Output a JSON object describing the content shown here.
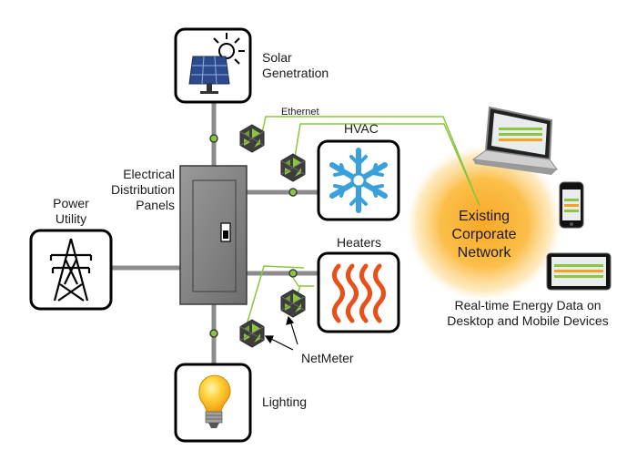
{
  "labels": {
    "solar_line1": "Solar",
    "solar_line2": "Genetration",
    "ethernet": "Ethernet",
    "hvac": "HVAC",
    "panels_line1": "Electrical",
    "panels_line2": "Distribution",
    "panels_line3": "Panels",
    "utility_line1": "Power",
    "utility_line2": "Utility",
    "heaters": "Heaters",
    "netmeter": "NetMeter",
    "lighting": "Lighting",
    "network_line1": "Existing",
    "network_line2": "Corporate",
    "network_line3": "Network",
    "realtime_line1": "Real-time Energy Data on",
    "realtime_line2": "Desktop and Mobile Devices"
  },
  "colors": {
    "wire": "#8c8c8c",
    "ethernet": "#8cc63f",
    "meter": "#3d3d3d",
    "meter_accent": "#8cc63f",
    "panel": "#8a8a8a",
    "icon_frame": "#000000",
    "solar_panel": "#2c4a8c",
    "snowflake": "#3aa0dc",
    "heater": "#e8501a",
    "bulb": "#f7b818",
    "network_glow": "#f5a31a"
  },
  "icons": {
    "solar": "solar-panel-icon",
    "utility": "transmission-tower-icon",
    "hvac": "snowflake-icon",
    "heaters": "heat-waves-icon",
    "lighting": "light-bulb-icon",
    "meter": "netmeter-icon",
    "laptop": "laptop-icon",
    "phone": "smartphone-icon",
    "tablet": "tablet-icon"
  }
}
